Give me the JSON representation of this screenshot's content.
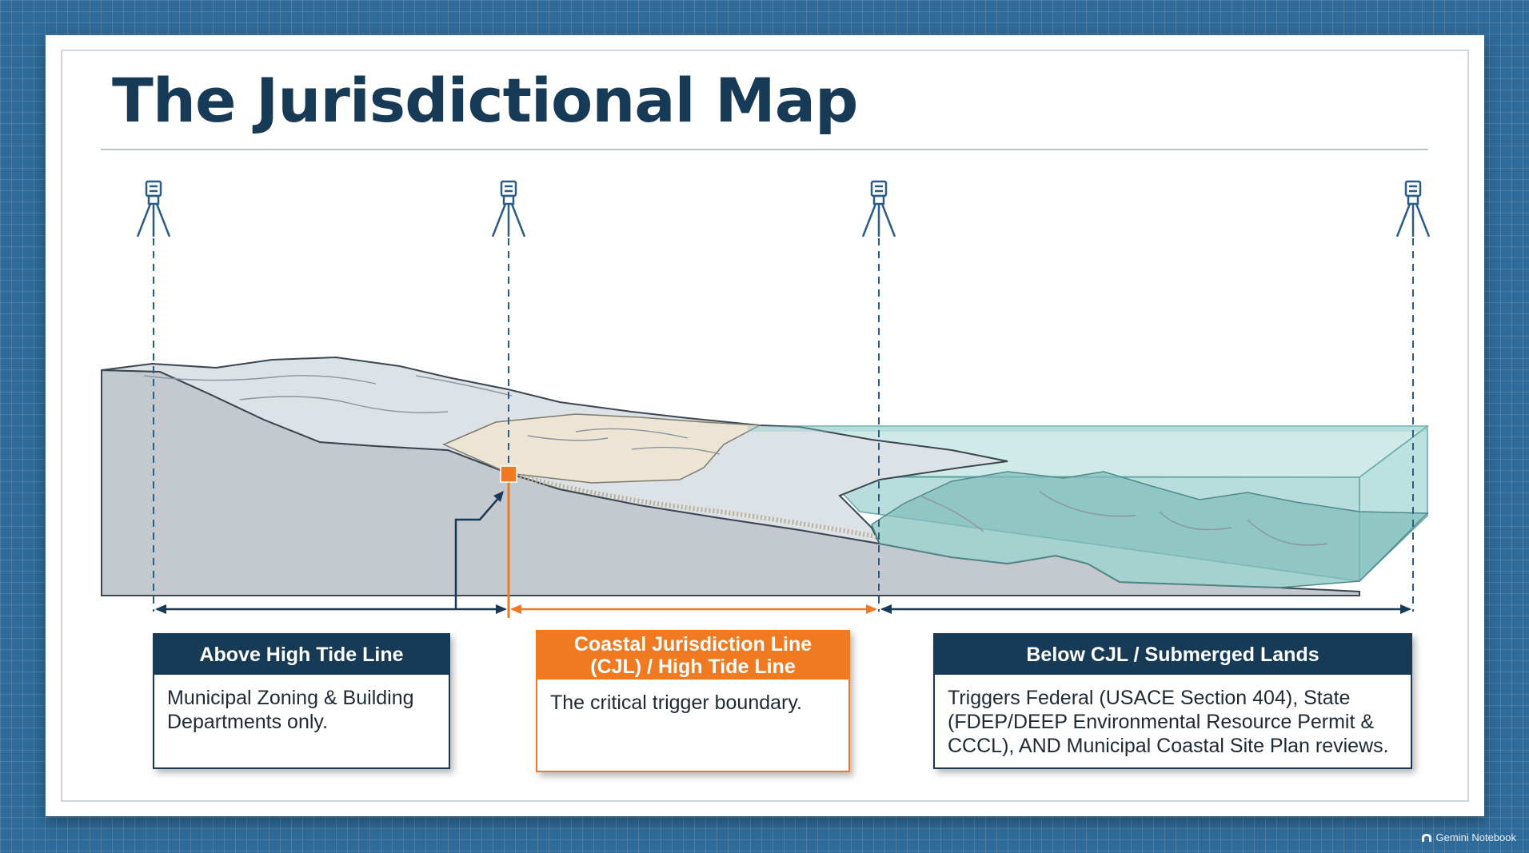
{
  "title": "The Jurisdictional Map",
  "zones": [
    {
      "heading": "Above High Tide Line",
      "body": "Municipal Zoning & Building Departments only."
    },
    {
      "heading_line1": "Coastal Jurisdiction Line",
      "heading_line2": "(CJL) / High Tide Line",
      "body": "The critical trigger boundary."
    },
    {
      "heading": "Below CJL / Submerged Lands",
      "body": "Triggers Federal (USACE Section 404), State (FDEP/DEEP Environmental Resource Permit & CCCL), AND Municipal Coastal Site Plan reviews."
    }
  ],
  "watermark": "Gemini Notebook",
  "colors": {
    "navy": "#173a57",
    "orange": "#f07a22",
    "water": "#8ccbc9",
    "land": "#c5c9d0",
    "sand": "#eee7d6"
  },
  "icons": [
    "surveyor-tripod-icon",
    "marker-square-icon",
    "arrow-icon",
    "gemini-logo-icon"
  ]
}
